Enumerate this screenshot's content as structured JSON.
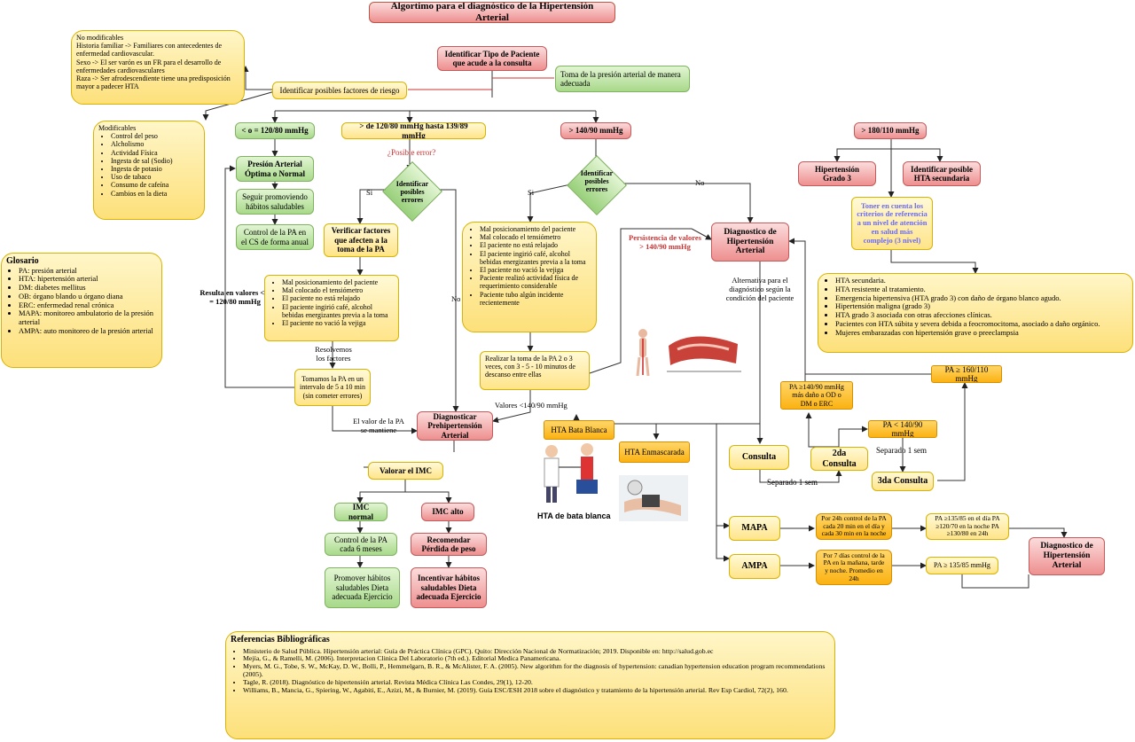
{
  "title": "Algortimo para el diagnóstico de la Hipertensión Arterial",
  "start": "Identificar Tipo de Paciente que acude a la consulta",
  "toma": "Toma de la presión arterial de manera adecuada",
  "riesgo": "Identificar posibles factores de riesgo",
  "no_modificables": {
    "heading": "No modificables",
    "lines": [
      "Historia familiar -> Familiares con antecedentes de enfermedad cardiovascular.",
      "Sexo -> El ser varón es un FR para el desarrollo de enfermedades cardiovasculares",
      "Raza -> Ser afrodescendiente tiene una predisposición mayor a padecer HTA"
    ]
  },
  "modificables": {
    "heading": "Modificables",
    "items": [
      "Control del peso",
      "Alcholismo",
      "Actividad Física",
      "Ingesta de sal (Sodio)",
      "Ingesta de potasio",
      "Uso de tabaco",
      "Consumo de cafeína",
      "Cambios en la dieta"
    ]
  },
  "glosario": {
    "heading": "Glosario",
    "items": [
      "PA: presión arterial",
      "HTA: hipertensión arterial",
      "DM: diabetes mellitus",
      "OB: órgano blando u órgano diana",
      "ERC: enfermedad renal crónica",
      "MAPA: monitoreo ambulatorio de la presión arterial",
      "AMPA: auto monitoreo de la presión arterial"
    ]
  },
  "branches": {
    "optima": "< o = 120/80 mmHg",
    "pre": "> de 120/80 mmHg hasta 139/89 mmHg",
    "hta": "> 140/90 mmHg",
    "grave": "> 180/110  mmHg"
  },
  "optima_box": "Presión Arterial Óptima o Normal",
  "habitos": "Seguir promoviendo hábitos saludables",
  "control_cs": "Control de la PA en el CS de forma anual",
  "resulta": "Resulta en valores < o = 120/80 mmHg",
  "posible_error": "¿Posible error?",
  "identificar_errores": "Identificar posibles errores",
  "si": "Si",
  "no": "No",
  "verificar": "Verificar factores que afecten a la toma de la PA",
  "errores_list_a": [
    "Mal posicionamiento del paciente",
    "Mal colocado el tensiómetro",
    "El paciente no está relajado",
    "El paciente ingirió café, alcohol bebidas energizantes previa a la toma",
    "El paciente no vació la vejiga"
  ],
  "resolvemos": "Resolvemos los factores",
  "tomamos": "Tomamos la PA en un intervalo de 5 a 10 min (sin cometer errores)",
  "mantiene": "El valor de la PA se mantiene",
  "pre_diag": "Diagnosticar Prehipertensión Arterial",
  "imc": "Valorar el IMC",
  "imc_normal": "IMC normal",
  "imc_alto": "IMC alto",
  "control_6m": "Control de la PA cada 6 meses",
  "promover": "Promover hábitos saludables Dieta adecuada Ejercicio",
  "perdida": "Recomendar Pérdida de peso",
  "incentivar": "Incentivar hábitos saludables Dieta adecuada Ejercicio",
  "errores_list_b": [
    "Mal posicionamiento del paciente",
    "Mal colocado el tensiómetro",
    "El paciente no está relajado",
    "El paciente ingirió café, alcohol bebidas energizantes previa a la toma",
    "El paciente no vació la vejiga",
    "Paciente realizó actividad física de requerimiento considerable",
    "Paciente tubo algún incidente recientemente"
  ],
  "realizar": "Realizar la toma de la PA 2 o 3 veces, con 3 - 5 - 10 minutos de descanso entre ellas",
  "valores_140": "Valores <140/90 mmHg",
  "persistencia": "Persistencia de valores > 140/90 mmHg",
  "diag_hta": "Diagnostico de Hipertensión Arterial",
  "alternativa": "Alternativa para el diagnóstico según la condición del paciente",
  "bata_blanca": "HTA Bata Blanca",
  "enmascarada": "HTA Enmascarada",
  "bata_caption": "HTA de bata blanca",
  "grado3": "Hipertensión Grado 3",
  "secundaria_q": "Identificar posible HTA secundaria",
  "tener_cuenta": "Toner en cuenta los criterios de referencia a un nivel de atención en salud más complejo (3 nivel)",
  "referencia_list": [
    "HTA secundaria.",
    "HTA resistente al tratamiento.",
    "Emergencia hipertensiva (HTA grado 3) con daño de órgano blanco agudo.",
    "Hipertensión maligna (grado 3)",
    "HTA grado 3 asociada con otras afecciones clínicas.",
    "Pacientes con HTA súbita y severa debida a feocromocitoma, asociado a daño orgánico.",
    "Mujeres embarazadas con hipertensión grave o preeclampsia"
  ],
  "pa_160": "PA ≥ 160/110 mmHg",
  "pa_dm": "PA ≥140/90 mmHg más daño a OD o DM o ERC",
  "pa_lt140": "PA < 140/90 mmHg",
  "consulta": "Consulta",
  "consulta2": "2da Consulta",
  "consulta3": "3da Consulta",
  "separado1": "Separado 1 sem",
  "separado2": "Separado 1 sem",
  "mapa": "MAPA",
  "ampa": "AMPA",
  "mapa_desc": "Por 24h control de la PA cada 20 min en el día y cada 30 min en la noche",
  "ampa_desc": "Por 7 días control de la PA en la mañana, tarde y noche. Promedio en 24h",
  "mapa_vals": "PA ≥135/85 en el día PA ≥120/70 en la noche PA ≥130/80 en 24h",
  "ampa_vals": "PA ≥ 135/85 mmHg",
  "diag_final": "Diagnostico de Hipertensión Arterial",
  "refs": {
    "heading": "Referencias Bibliográficas",
    "items": [
      "Ministerio de Salud Pública. Hipertensión arterial: Guía de Práctica Clínica (GPC). Quito: Dirección Nacional de Normatización; 2019. Disponible en: http://salud.gob.ec",
      "Mejía, G., & Ramelli, M. (2006). Interpretacion Clinica Del Laboratorio (7th ed.). Editorial Medica Panamericana.",
      "Myers, M. G., Tobe, S. W., McKay, D. W., Bolli, P., Hemmelgarn, B. R., & McAlister, F. A. (2005). New algorithm for the diagnosis of hypertension: canadian hypertension education program recommendations (2005).",
      "Tagle, R. (2018). Diagnóstico de hipertensión arterial. Revista Médica Clínica Las Condes, 29(1), 12-20.",
      "Williams, B., Mancia, G., Spiering, W., Agabiti, E., Azizi, M., & Burnier, M. (2019). Guía ESC/ESH 2018 sobre el diagnóstico y tratamiento de la hipertensión arterial. Rev Esp Cardiol, 72(2), 160."
    ]
  },
  "colors": {
    "green": "#a8d98a",
    "red": "#ee8f8f",
    "yellow": "#ffe489",
    "orange": "#fbb212"
  }
}
